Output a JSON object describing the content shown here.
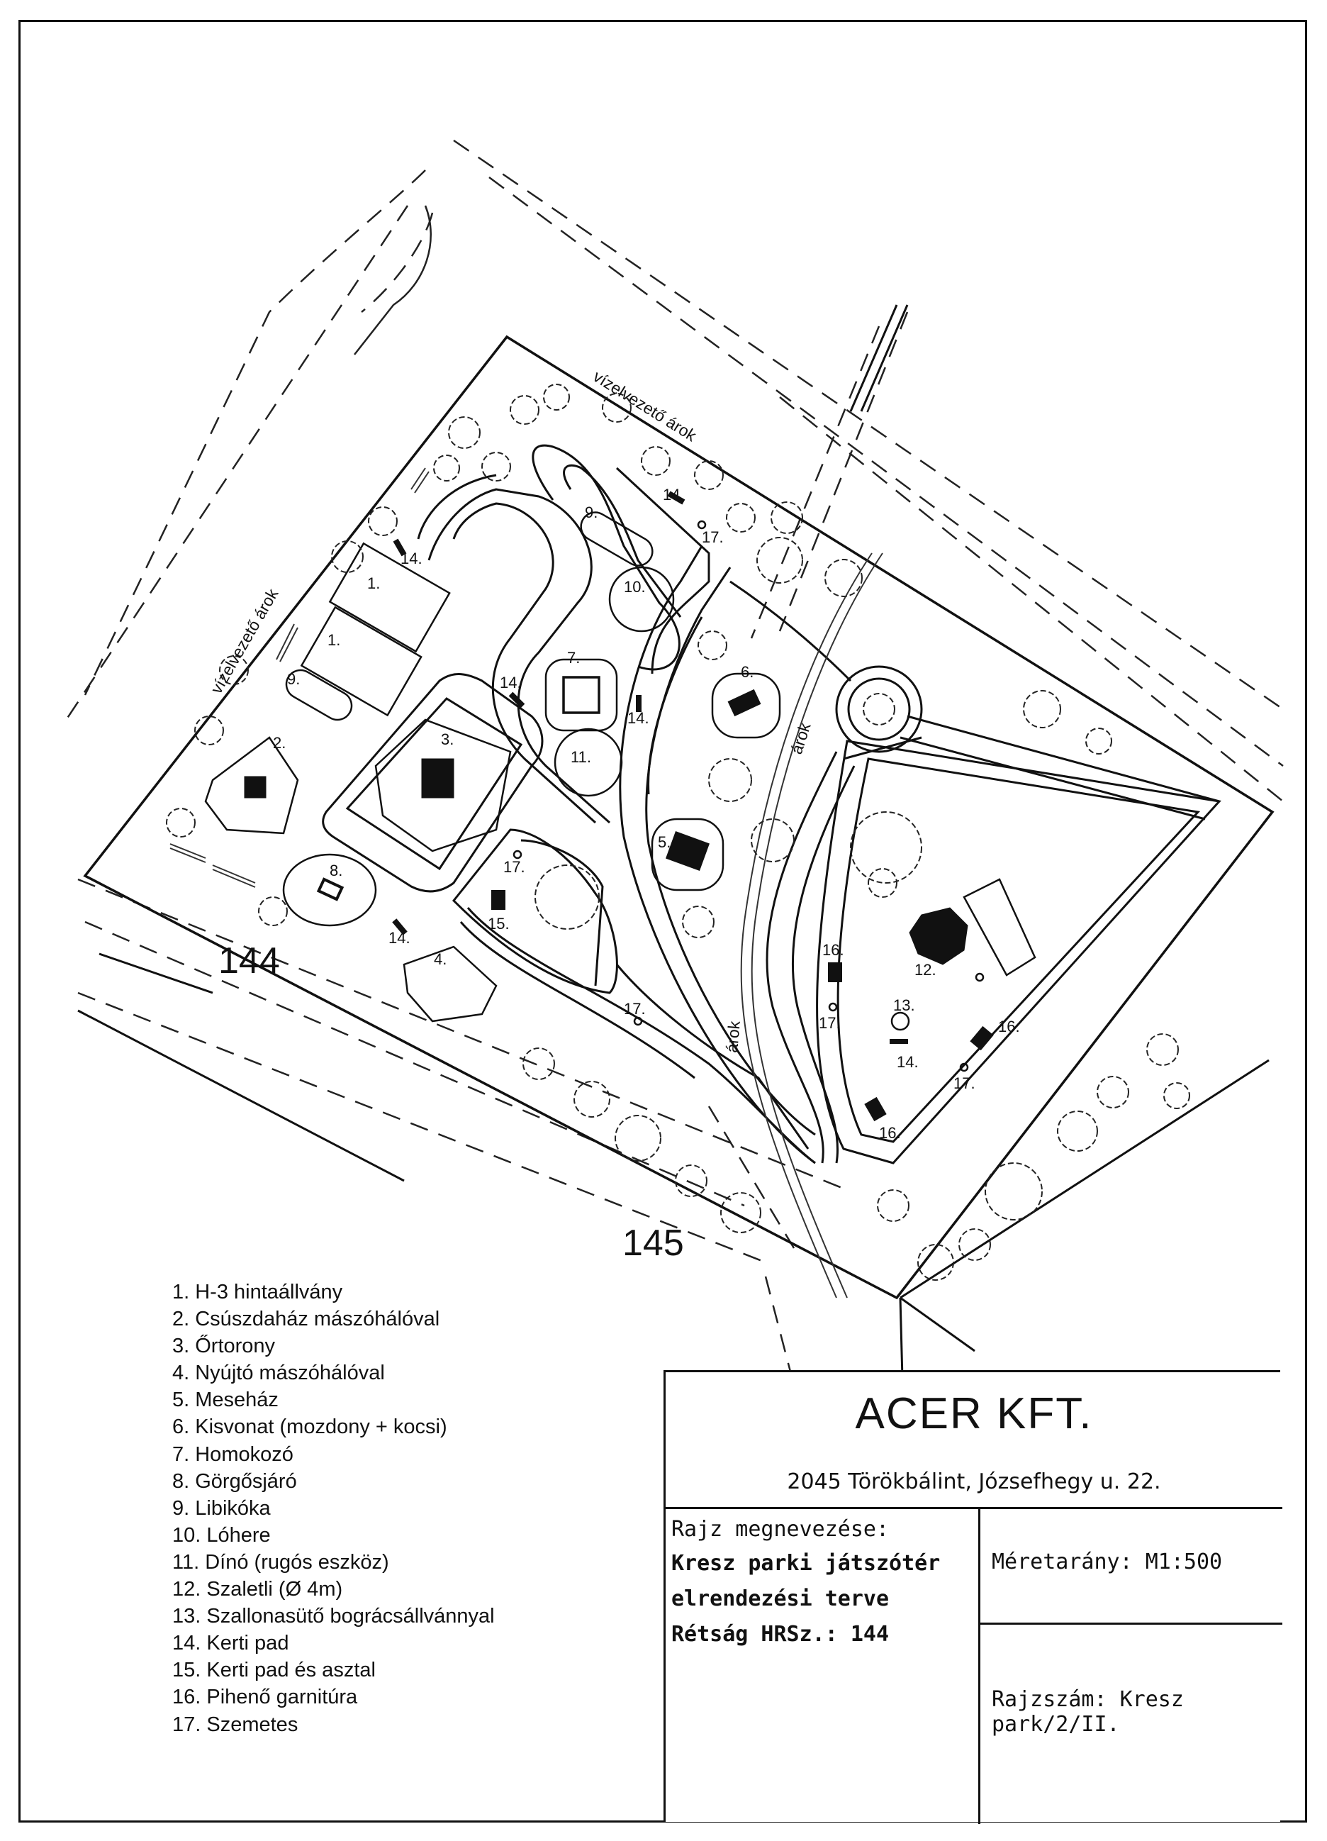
{
  "parcels": {
    "main": "144",
    "adjacent": "145"
  },
  "ditch_labels": {
    "drainage": "vízelvezető árok",
    "ditch": "árok"
  },
  "plan_numbers": [
    "1.",
    "2.",
    "3.",
    "4.",
    "5.",
    "6.",
    "7.",
    "8.",
    "9.",
    "10.",
    "11.",
    "12.",
    "13.",
    "14.",
    "15.",
    "16.",
    "17."
  ],
  "legend": [
    "1. H-3 hintaállvány",
    "2. Csúszdaház mászóhálóval",
    "3. Őrtorony",
    "4. Nyújtó mászóhálóval",
    "5. Meseház",
    "6. Kisvonat (mozdony + kocsi)",
    "7. Homokozó",
    "8. Görgősjáró",
    "9. Libikóka",
    "10. Lóhere",
    "11. Dínó (rugós eszköz)",
    "12. Szaletli (Ø 4m)",
    "13. Szallonasütő bográcsállvánnyal",
    "14. Kerti pad",
    "15. Kerti pad és asztal",
    "16. Pihenő garnitúra",
    "17. Szemetes"
  ],
  "title_block": {
    "company": "ACER KFT.",
    "address": "2045 Törökbálint, Józsefhegy u. 22.",
    "drawing_name_label": "Rajz megnevezése:",
    "drawing_title_lines": [
      "Kresz parki játszótér",
      "elrendezési terve",
      "Rétság HRSz.: 144"
    ],
    "scale": "Méretarány: M1:500",
    "drawing_number": "Rajzszám: Kresz park/2/II."
  }
}
